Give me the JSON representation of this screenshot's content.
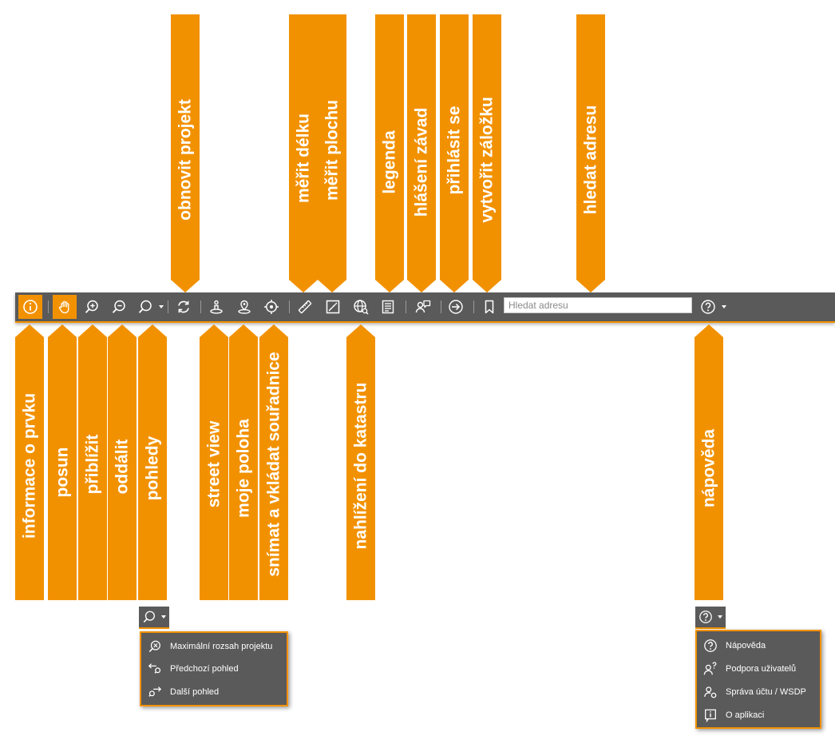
{
  "callouts_top": {
    "obnovit": "obnovit projekt",
    "merit_delku": "měřit délku",
    "merit_plochu": "měřit plochu",
    "legenda": "legenda",
    "hlaseni": "hlášení závad",
    "prihlasit": "přihlásit se",
    "zalozka": "vytvořit záložku",
    "hledat": "hledat adresu"
  },
  "callouts_bottom": {
    "informace": "informace o prvku",
    "posun": "posun",
    "priblizit": "přiblížit",
    "oddalit": "oddálit",
    "pohledy": "pohledy",
    "street_view": "street view",
    "moje_poloha": "moje poloha",
    "snimat": "snímat a vkládat souřadnice",
    "nahlizeni": "nahlížení do katastru",
    "napoveda": "nápověda"
  },
  "toolbar": {
    "search_placeholder": "Hledat adresu",
    "icons": [
      "info-icon",
      "hand-icon",
      "zoom-in-icon",
      "zoom-out-icon",
      "views-icon",
      "refresh-icon",
      "street-view-icon",
      "location-pin-icon",
      "crosshair-icon",
      "ruler-icon",
      "area-icon",
      "globe-icon",
      "legend-icon",
      "report-icon",
      "login-icon",
      "bookmark-icon",
      "help-icon"
    ]
  },
  "views_menu": {
    "items": [
      {
        "label": "Maximální rozsah projektu",
        "icon": "full-extent-icon"
      },
      {
        "label": "Předchozí pohled",
        "icon": "previous-view-icon"
      },
      {
        "label": "Další pohled",
        "icon": "next-view-icon"
      }
    ]
  },
  "help_menu": {
    "items": [
      {
        "label": "Nápověda",
        "icon": "help-icon"
      },
      {
        "label": "Podpora uživatelů",
        "icon": "user-support-icon"
      },
      {
        "label": "Správa účtu / WSDP",
        "icon": "account-icon"
      },
      {
        "label": "O aplikaci",
        "icon": "about-icon"
      }
    ]
  },
  "colors": {
    "accent": "#f29100",
    "toolbar": "#5a5a5a",
    "text": "#ffffff"
  }
}
